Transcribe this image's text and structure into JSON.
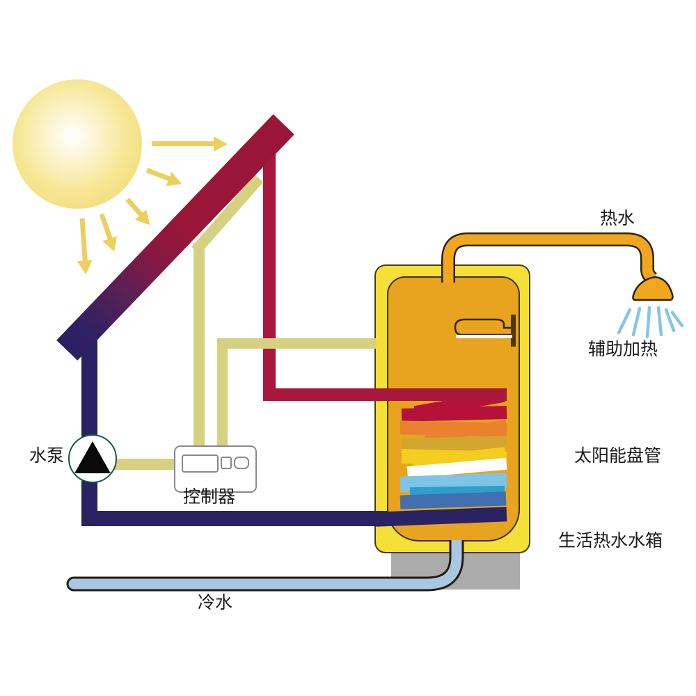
{
  "diagram": {
    "type": "solar-water-heater-schematic",
    "labels": {
      "hot_water": "热水",
      "auxiliary_heating": "辅助加热",
      "solar_coil": "太阳能盘管",
      "domestic_hot_water_tank": "生活热水水箱",
      "cold_water": "冷水",
      "water_pump": "水泵",
      "controller": "控制器"
    },
    "icons": {
      "sun": "glowing-circle-with-arrow-rays",
      "solar_panel": "diagonal-bar-red-to-navy-gradient",
      "pump": "black-up-triangle-in-green-circle",
      "controller": "white-box-with-display-and-two-buttons",
      "shower_head": "orange-gooseneck-pipe-with-bell-and-spray",
      "heating_element": "outlined-element-inside-tank",
      "solar_coil": "stacked-zigzag-bars-red-to-blue",
      "tank": "yellow-cylinder-with-orange-interior-on-gray-base"
    },
    "colors": {
      "panel_hot_end": "#9a1638",
      "panel_cold_end": "#2c2061",
      "hot_pipe": "#a8173d",
      "cold_return_pipe": "#2a2363",
      "sensor_wire": "#d5d181",
      "tank_outer": "#f4e036",
      "tank_inner": "#e8a41e",
      "coil_gradient": [
        "#b5123b",
        "#e8822f",
        "#d2a52f",
        "#f4ce1e",
        "#ffffff",
        "#7ec3e8",
        "#2e9fc8",
        "#416faf",
        "#2a2363"
      ],
      "sun": "#efd66b",
      "sun_rays": "#ecd05f",
      "shower_pipe": "#f0a71e",
      "water_spray": "#85c6e4",
      "cold_supply_pipe": "#a9c7e3",
      "base_gray": "#ababab",
      "pump_ring": "#14584a",
      "text": "#1a1a1a"
    }
  }
}
